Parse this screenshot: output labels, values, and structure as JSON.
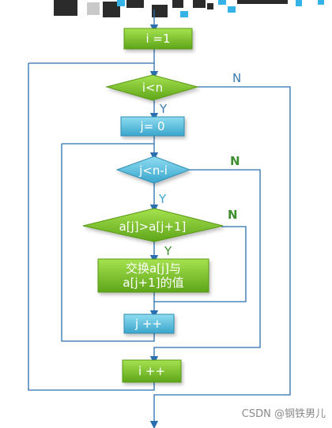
{
  "nodes": {
    "init": "i =1",
    "outer_cond": "i<n",
    "set_j": "j= 0",
    "inner_cond": "j<n-i",
    "compare": "a[j]>a[j+1]",
    "swap_line1": "交换a[j]与",
    "swap_line2": "a[j+1]的值",
    "inc_j": "j ++",
    "inc_i": "i ++"
  },
  "branches": {
    "outer_yes": "Y",
    "outer_no": "N",
    "inner_yes": "Y",
    "inner_no": "N",
    "compare_yes": "Y",
    "compare_no": "N"
  },
  "watermark": "CSDN @钢铁男儿",
  "colors": {
    "green_fill": "#7fc62a",
    "green_dark": "#5a9a16",
    "blue_fill": "#52b8d6",
    "blue_dark": "#2f8fb3",
    "line": "#2b6fb0",
    "outer_label": "#3a7bb0",
    "inner_label": "#3c8e2e",
    "deco_dark": "#2b2b2b",
    "deco_light": "#36b3e6",
    "deco_grey": "#c9c9c9"
  }
}
